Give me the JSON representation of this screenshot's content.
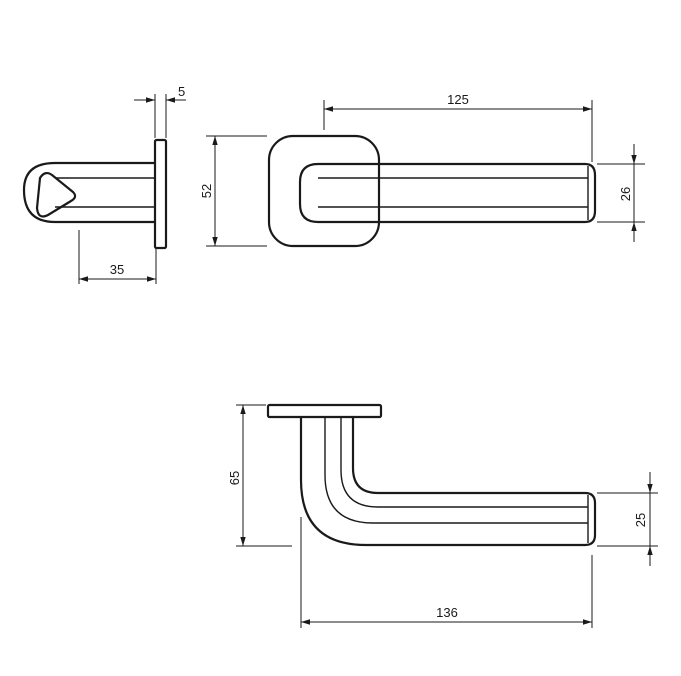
{
  "dimensions": {
    "rose_thickness": "5",
    "projection": "35",
    "rose_size": "52",
    "lever_length": "125",
    "grip_height": "26",
    "overall_height": "65",
    "grip_thickness": "25",
    "overall_length": "136"
  },
  "colors": {
    "line": "#1a1a1a",
    "background": "#ffffff"
  }
}
